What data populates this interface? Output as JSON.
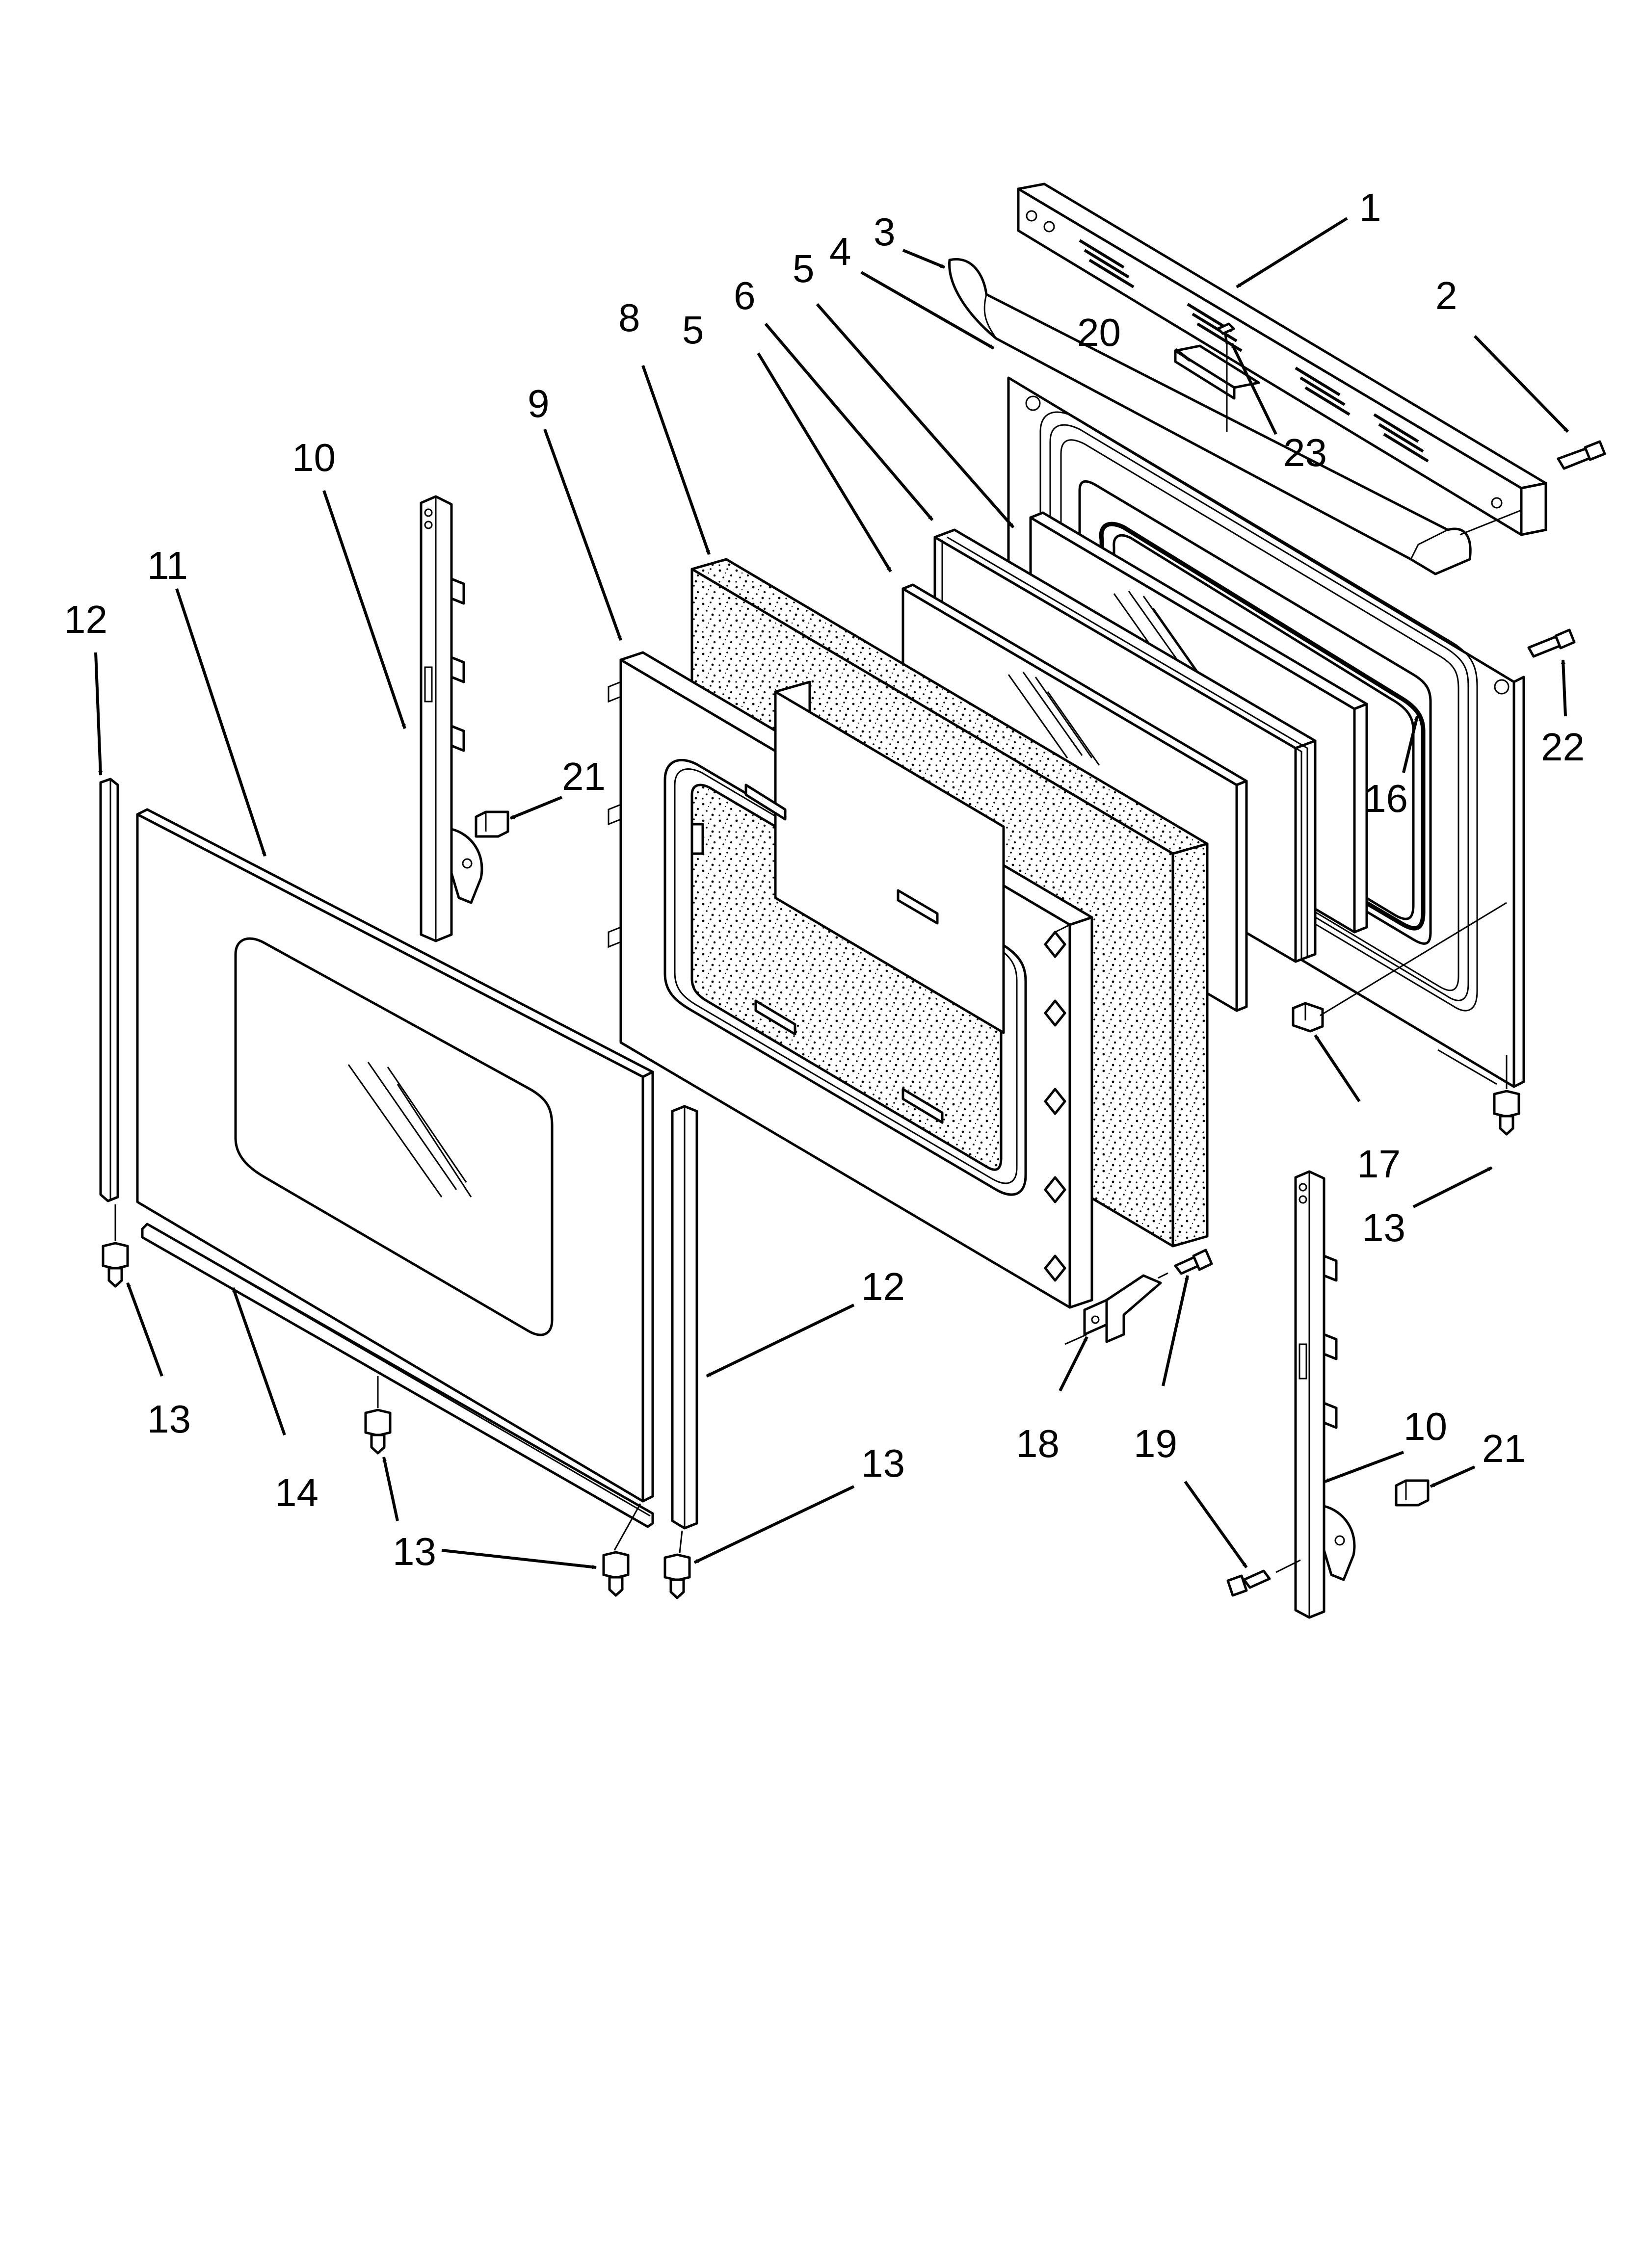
{
  "colors": {
    "line": "#000000",
    "background": "#ffffff"
  },
  "callouts": [
    {
      "id": "c1",
      "text": "1"
    },
    {
      "id": "c2",
      "text": "2"
    },
    {
      "id": "c3",
      "text": "3"
    },
    {
      "id": "c4",
      "text": "4"
    },
    {
      "id": "c5a",
      "text": "5"
    },
    {
      "id": "c5b",
      "text": "5"
    },
    {
      "id": "c6",
      "text": "6"
    },
    {
      "id": "c8",
      "text": "8"
    },
    {
      "id": "c9",
      "text": "9"
    },
    {
      "id": "c10a",
      "text": "10"
    },
    {
      "id": "c10b",
      "text": "10"
    },
    {
      "id": "c11",
      "text": "11"
    },
    {
      "id": "c12a",
      "text": "12"
    },
    {
      "id": "c12b",
      "text": "12"
    },
    {
      "id": "c13a",
      "text": "13"
    },
    {
      "id": "c13b",
      "text": "13"
    },
    {
      "id": "c13c",
      "text": "13"
    },
    {
      "id": "c13d",
      "text": "13"
    },
    {
      "id": "c14",
      "text": "14"
    },
    {
      "id": "c16",
      "text": "16"
    },
    {
      "id": "c17",
      "text": "17"
    },
    {
      "id": "c18",
      "text": "18"
    },
    {
      "id": "c19",
      "text": "19"
    },
    {
      "id": "c20",
      "text": "20"
    },
    {
      "id": "c21a",
      "text": "21"
    },
    {
      "id": "c21b",
      "text": "21"
    },
    {
      "id": "c22",
      "text": "22"
    },
    {
      "id": "c23",
      "text": "23"
    }
  ]
}
